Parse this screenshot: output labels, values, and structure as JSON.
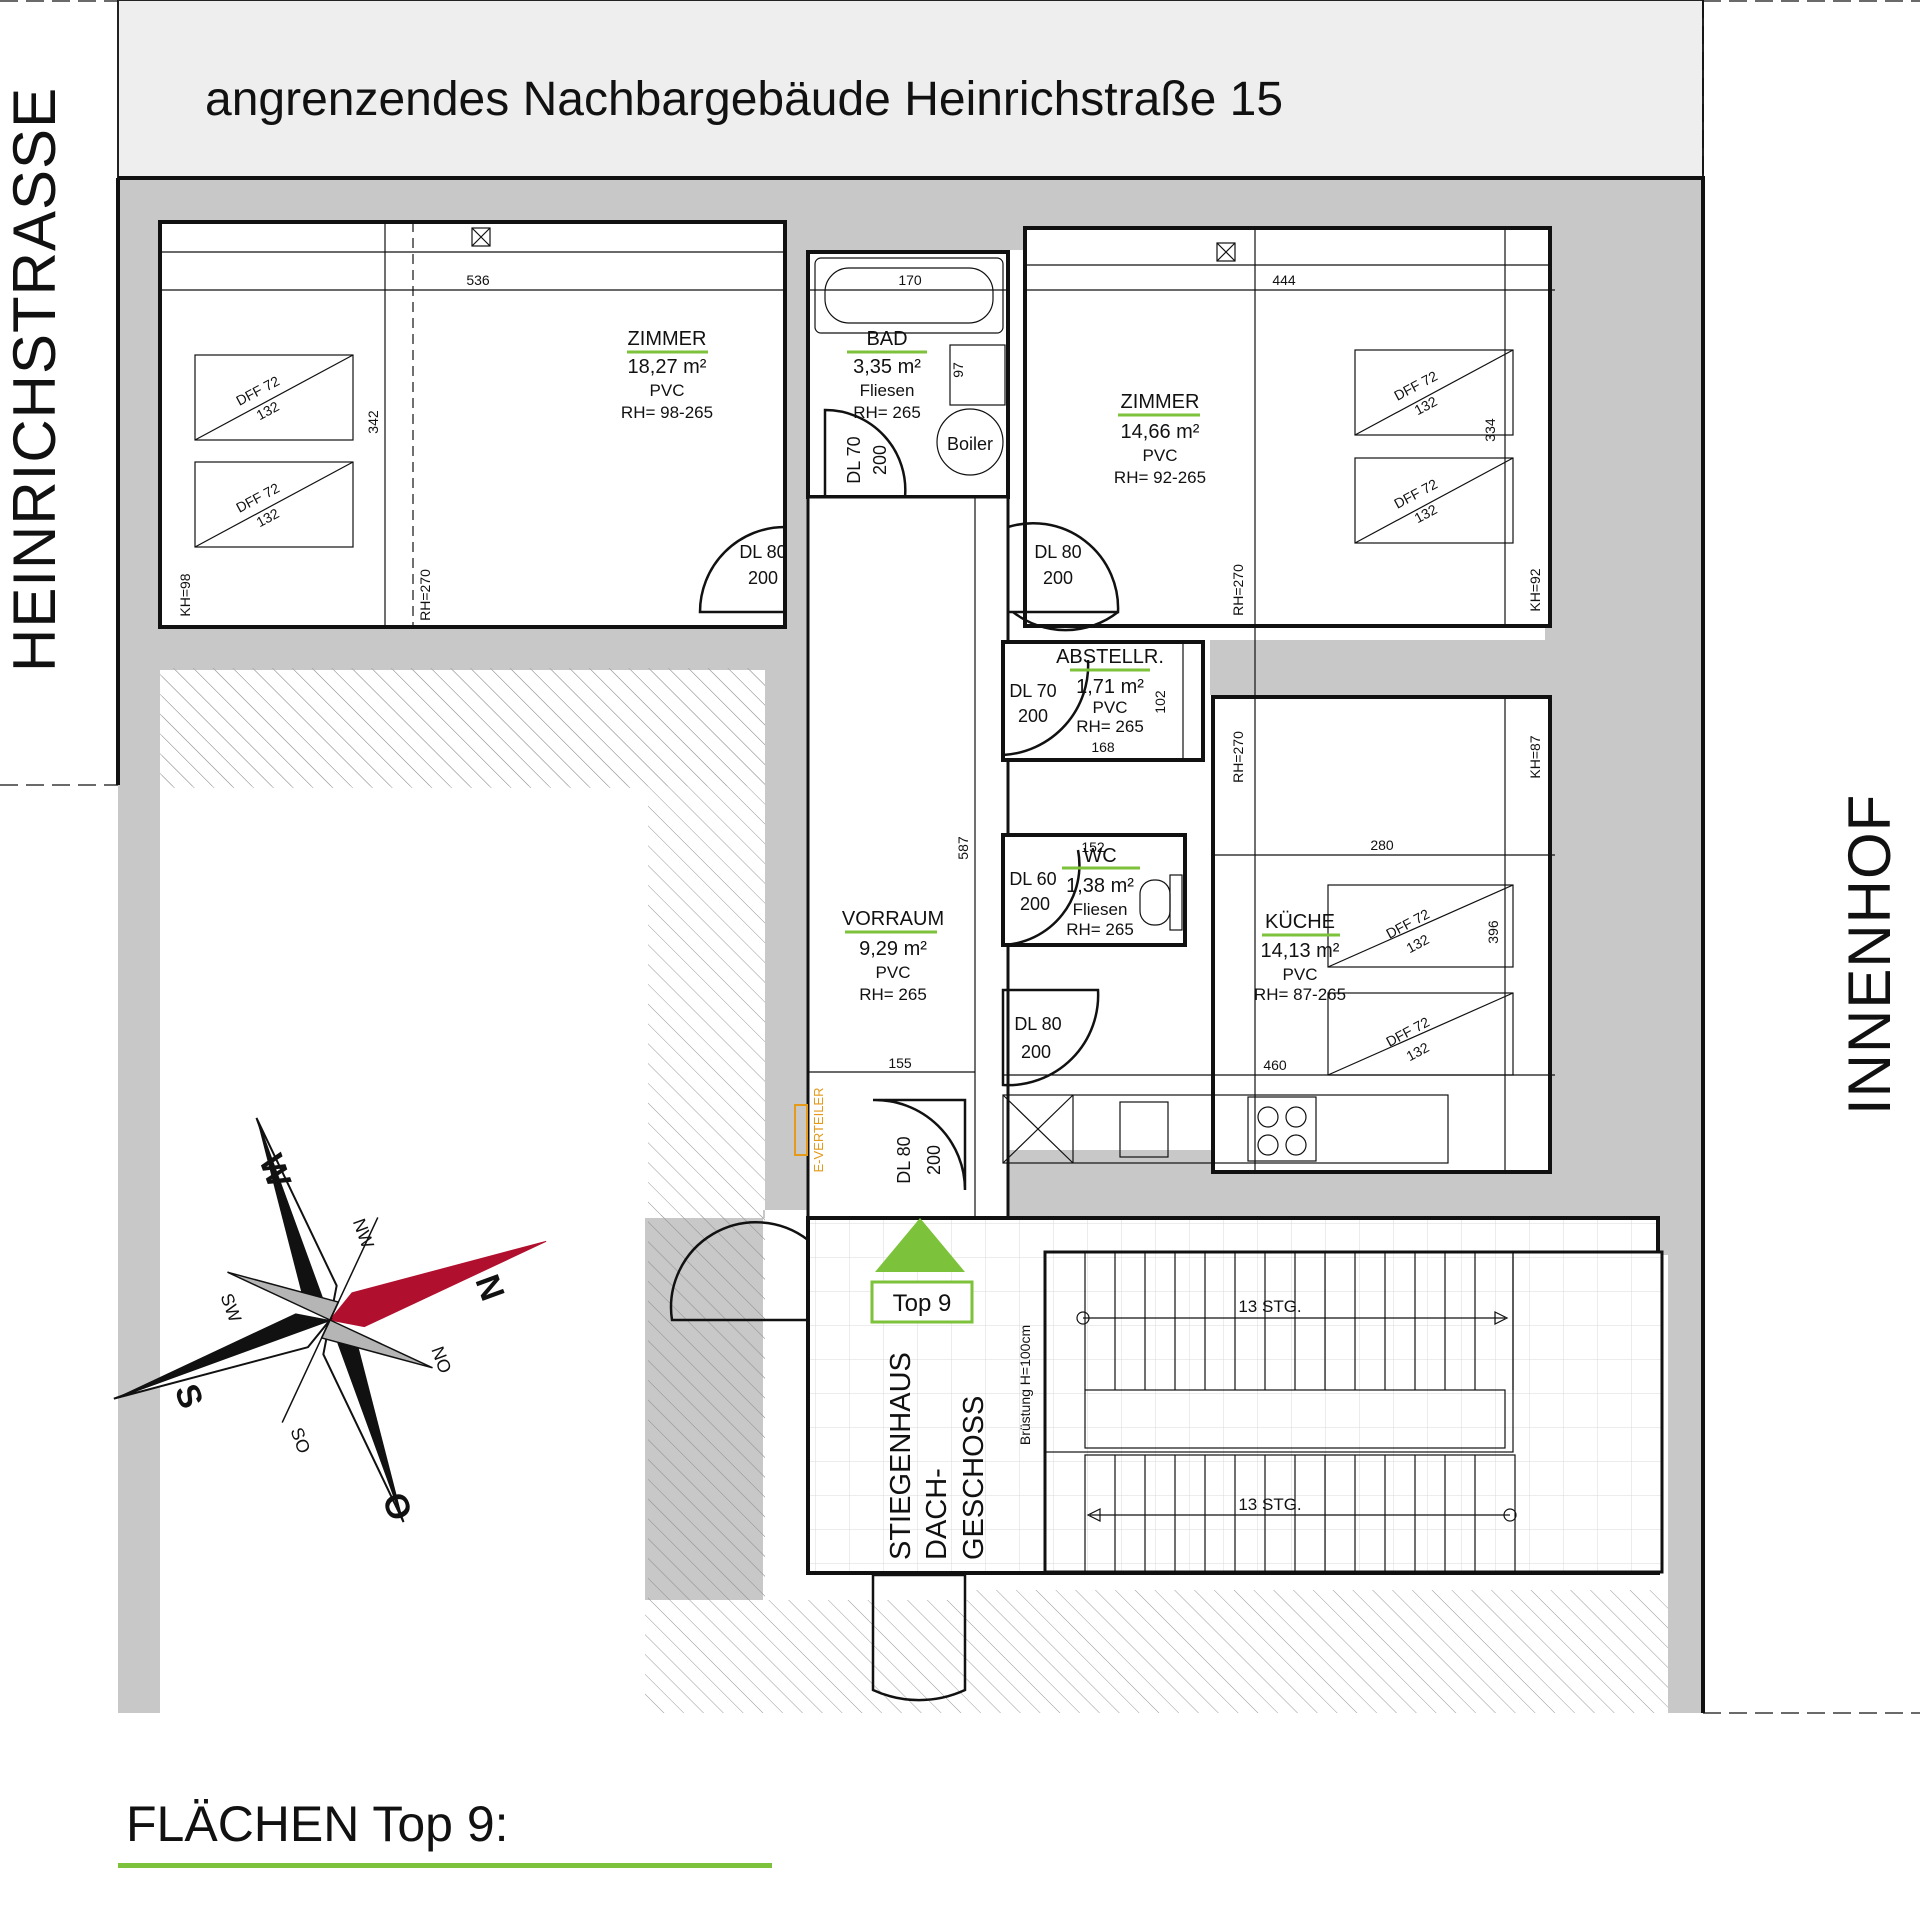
{
  "neighbor_building": "angrenzendes Nachbargebäude Heinrichstraße 15",
  "street_left": "HEINRICHSTRASSE",
  "street_right": "INNENHOF",
  "rooms": [
    {
      "name": "ZIMMER",
      "area": "18,27 m²",
      "floor": "PVC",
      "rh": "RH= 98-265"
    },
    {
      "name": "BAD",
      "area": "3,35 m²",
      "floor": "Fliesen",
      "rh": "RH= 265"
    },
    {
      "name": "ZIMMER",
      "area": "14,66 m²",
      "floor": "PVC",
      "rh": "RH= 92-265"
    },
    {
      "name": "ABSTELLR.",
      "area": "1,71 m²",
      "floor": "PVC",
      "rh": "RH= 265"
    },
    {
      "name": "WC",
      "area": "1,38 m²",
      "floor": "Fliesen",
      "rh": "RH= 265"
    },
    {
      "name": "VORRAUM",
      "area": "9,29 m²",
      "floor": "PVC",
      "rh": "RH= 265"
    },
    {
      "name": "KÜCHE",
      "area": "14,13 m²",
      "floor": "PVC",
      "rh": "RH= 87-265"
    }
  ],
  "stair_label": [
    "STIEGENHAUS",
    "DACH-",
    "GESCHOSS"
  ],
  "railing": "Brüstung H=100cm",
  "stair_steps": "13 STG.",
  "entrance": "Top 9",
  "e_verteiler": "E-VERTEILER",
  "boiler": "Boiler",
  "window": "DFF 72",
  "window_height": "132",
  "doors": {
    "dl80": "DL 80",
    "dl70": "DL 70",
    "dl60": "DL 60",
    "h200": "200"
  },
  "dims": {
    "zimmer1_width": "536",
    "zimmer1_depth": "342",
    "zimmer1_kh": "KH=98",
    "zimmer1_rh": "RH=270",
    "bad_width": "170",
    "bad_small": "97",
    "zimmer2_width": "444",
    "zimmer2_depth": "334",
    "zimmer2_rh": "RH=270",
    "zimmer2_kh": "KH=92",
    "abst_depth": "102",
    "abst_width": "168",
    "wc_width": "152",
    "vorraum_depth": "587",
    "vorraum_width": "155",
    "kueche_width": "280",
    "kueche_bottom": "460",
    "kueche_depth": "396",
    "kueche_rh": "RH=270",
    "kueche_kh": "KH=87"
  },
  "compass": {
    "w": "W",
    "nw": "NW",
    "n": "N",
    "no": "NO",
    "o": "O",
    "so": "SO",
    "s": "S",
    "sw": "SW"
  },
  "colors": {
    "accent": "#7cc23a",
    "wall": "#c8c8c8",
    "compass_north": "#b0102e",
    "outline_orange": "#e59a1a"
  },
  "flaechen_title": "FLÄCHEN Top 9:"
}
